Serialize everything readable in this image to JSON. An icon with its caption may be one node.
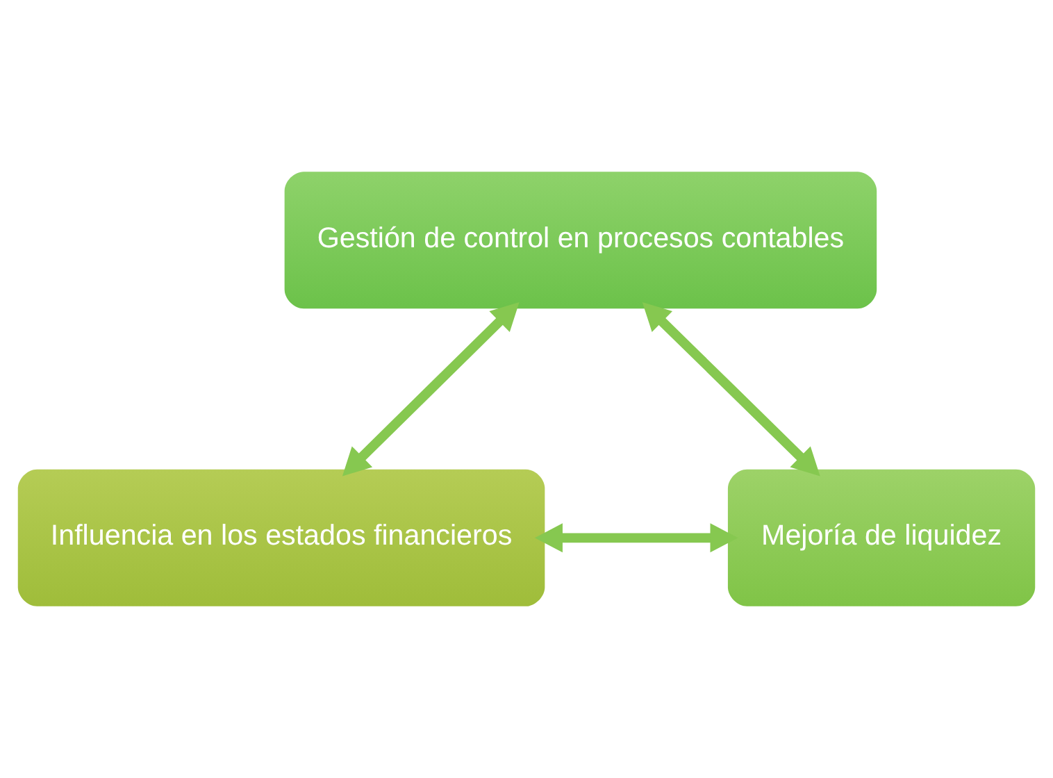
{
  "diagram": {
    "nodes": [
      {
        "text": [
          "Gestión de control en procesos contables"
        ]
      },
      {
        "text": [
          "Influencia en los estados financieros"
        ]
      },
      {
        "text": [
          "Mejoría de liquidez"
        ]
      }
    ],
    "edges": [
      {
        "from": 1,
        "to": 0,
        "arrow": "both"
      },
      {
        "from": 0,
        "to": 2,
        "arrow": "both"
      },
      {
        "from": 1,
        "to": 2,
        "arrow": "both"
      }
    ]
  }
}
